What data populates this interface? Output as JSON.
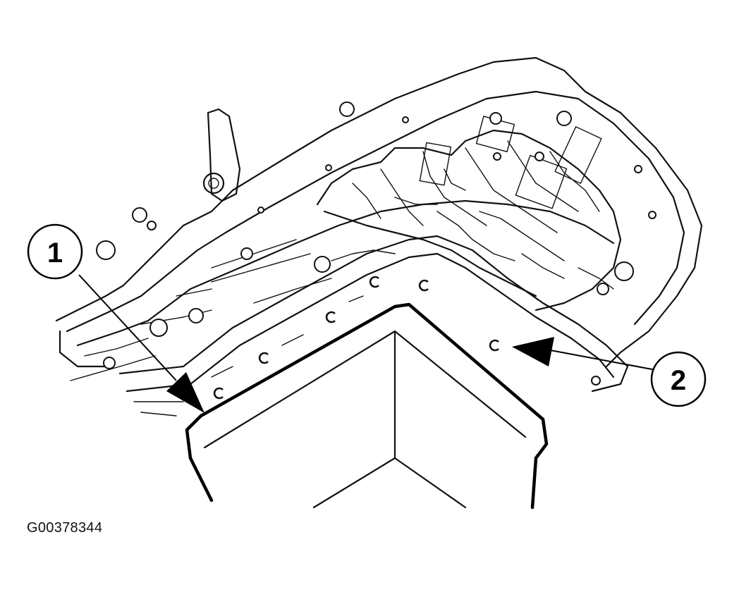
{
  "diagram": {
    "callouts": [
      {
        "id": "1",
        "label": "1"
      },
      {
        "id": "2",
        "label": "2"
      }
    ],
    "figure_code": "G00378344"
  }
}
